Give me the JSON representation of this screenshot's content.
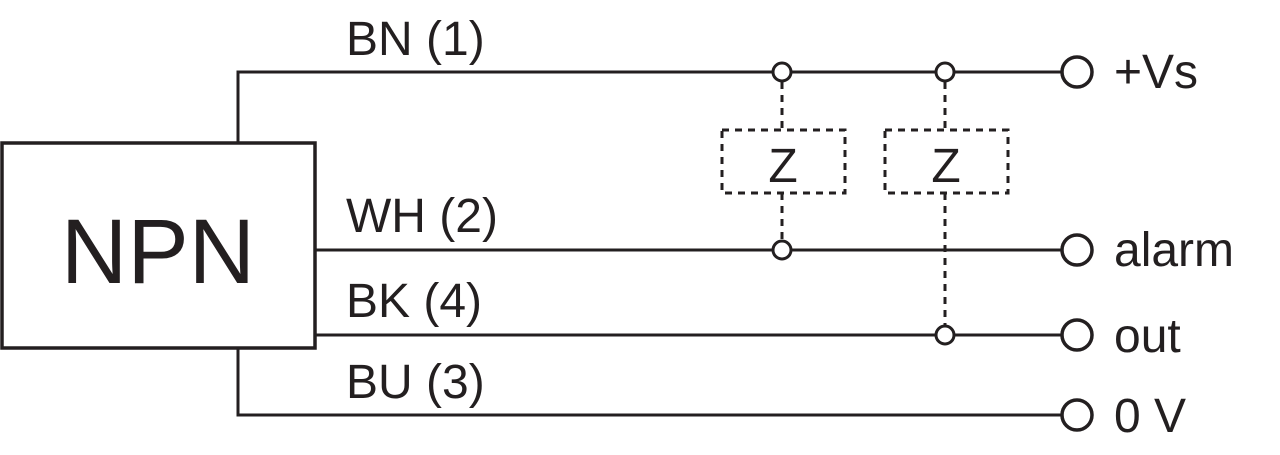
{
  "device": {
    "label": "NPN"
  },
  "wires": {
    "bn": {
      "label": "BN (1)"
    },
    "wh": {
      "label": "WH (2)"
    },
    "bk": {
      "label": "BK (4)"
    },
    "bu": {
      "label": "BU (3)"
    }
  },
  "terminals": {
    "vs": {
      "label": "+Vs"
    },
    "alarm": {
      "label": "alarm"
    },
    "out": {
      "label": "out"
    },
    "zero": {
      "label": "0 V"
    }
  },
  "loads": [
    {
      "label": "Z"
    },
    {
      "label": "Z"
    }
  ]
}
